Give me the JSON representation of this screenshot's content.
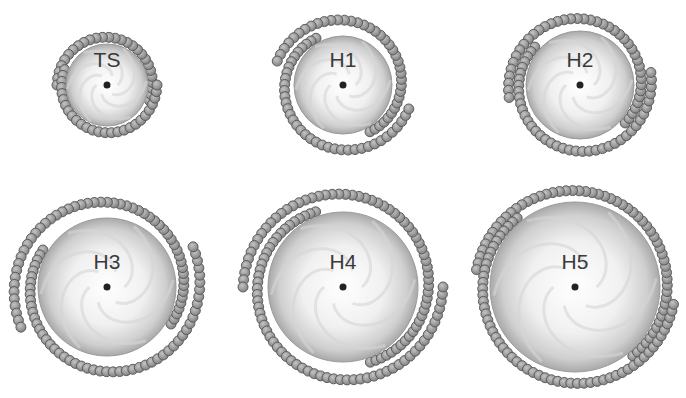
{
  "diagram": {
    "nodes": [
      {
        "text": [
          "TS"
        ]
      },
      {
        "text": [
          "H1"
        ]
      },
      {
        "text": [
          "H2"
        ]
      },
      {
        "text": [
          "H3"
        ]
      },
      {
        "text": [
          "H4"
        ]
      },
      {
        "text": [
          "H5"
        ]
      }
    ]
  }
}
